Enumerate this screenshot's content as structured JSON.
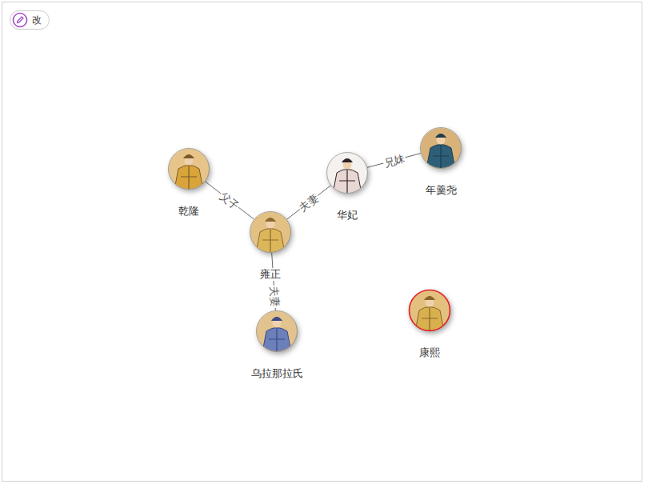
{
  "diagram": {
    "nodes": [
      {
        "text": [
          "乾隆"
        ]
      },
      {
        "text": [
          "华妃"
        ]
      },
      {
        "text": [
          "年羹尧"
        ]
      },
      {
        "text": [
          "雍正"
        ]
      },
      {
        "text": [
          "康熙"
        ]
      },
      {
        "text": [
          "乌拉那拉氏"
        ]
      }
    ],
    "edges": [
      {
        "from": 0,
        "to": 3,
        "arrow": "none",
        "label": "父子"
      },
      {
        "from": 3,
        "to": 1,
        "arrow": "none",
        "label": "夫妻"
      },
      {
        "from": 1,
        "to": 2,
        "arrow": "none",
        "label": "兄妹"
      },
      {
        "from": 3,
        "to": 5,
        "arrow": "none",
        "label": "夫妻"
      }
    ],
    "labels": [
      "改"
    ]
  }
}
